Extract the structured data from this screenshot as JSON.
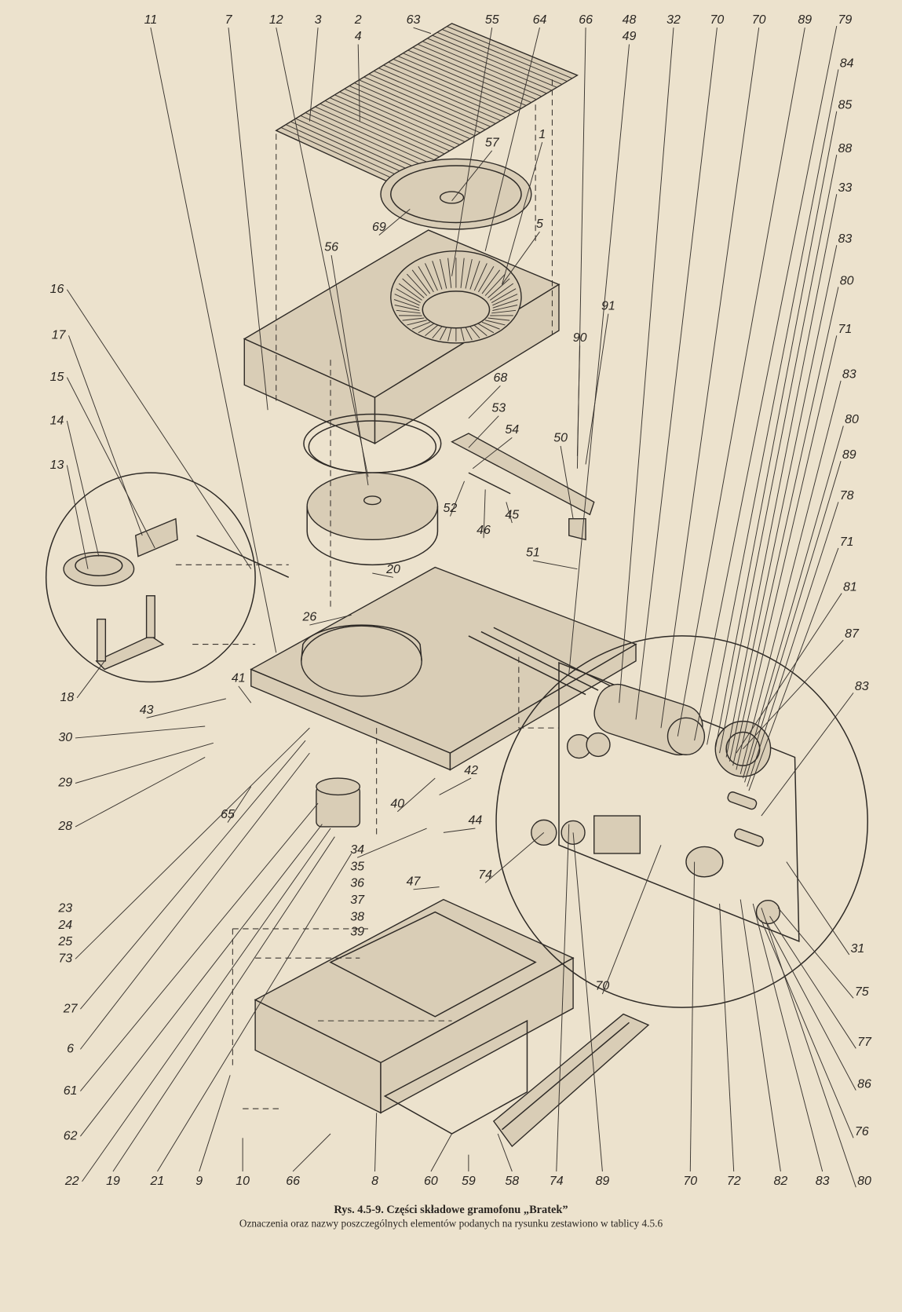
{
  "figure": {
    "title": "Rys. 4.5-9. Części składowe gramofonu „Bratek”",
    "subtitle": "Oznaczenia oraz nazwy poszczególnych elementów podanych na rysunku zestawiono w tablicy 4.5.6"
  },
  "labels": [
    "11",
    "7",
    "12",
    "3",
    "2",
    "4",
    "63",
    "55",
    "64",
    "66",
    "48",
    "49",
    "32",
    "70",
    "70",
    "89",
    "79",
    "84",
    "85",
    "88",
    "33",
    "83",
    "80",
    "71",
    "83",
    "80",
    "89",
    "78",
    "71",
    "81",
    "87",
    "83",
    "16",
    "17",
    "15",
    "14",
    "13",
    "18",
    "43",
    "30",
    "29",
    "28",
    "65",
    "23",
    "24",
    "25",
    "73",
    "27",
    "6",
    "61",
    "62",
    "22",
    "19",
    "21",
    "9",
    "10",
    "66",
    "8",
    "60",
    "59",
    "58",
    "74",
    "89",
    "70",
    "72",
    "82",
    "83",
    "80",
    "57",
    "1",
    "69",
    "5",
    "56",
    "91",
    "90",
    "68",
    "53",
    "54",
    "50",
    "52",
    "46",
    "45",
    "51",
    "20",
    "26",
    "41",
    "40",
    "42",
    "44",
    "34",
    "35",
    "36",
    "37",
    "38",
    "39",
    "47",
    "74",
    "31",
    "75",
    "77",
    "86",
    "76",
    "70"
  ]
}
